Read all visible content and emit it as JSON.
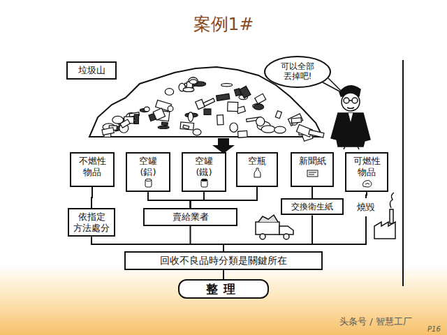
{
  "diagram": {
    "title": "案例1#",
    "nodes": [
      {
        "text": [
          "垃圾山"
        ]
      },
      {
        "text": [
          "可以全部 丟掉吧!"
        ]
      },
      {
        "text": [
          "不燃性 物品"
        ]
      },
      {
        "text": [
          "空罐 (鋁)"
        ]
      },
      {
        "text": [
          "空罐 (鐵)"
        ]
      },
      {
        "text": [
          "空瓶"
        ]
      },
      {
        "text": [
          "新聞紙"
        ]
      },
      {
        "text": [
          "可燃性 物品"
        ]
      },
      {
        "text": [
          "依指定 方法處分"
        ]
      },
      {
        "text": [
          "賣給業者"
        ]
      },
      {
        "text": [
          "交換衛生紙"
        ]
      },
      {
        "text": [
          "燒毀"
        ]
      },
      {
        "text": [
          "回收不良品時分類是關鍵所在"
        ]
      },
      {
        "text": [
          "整理"
        ]
      }
    ],
    "edges": [
      {
        "from": 2,
        "to": 8,
        "arrow": "none"
      },
      {
        "from": 3,
        "to": 9,
        "arrow": "none"
      },
      {
        "from": 4,
        "to": 9,
        "arrow": "none"
      },
      {
        "from": 5,
        "to": 9,
        "arrow": "none"
      },
      {
        "from": 6,
        "to": 10,
        "arrow": "none"
      },
      {
        "from": 7,
        "to": 11,
        "arrow": "none"
      },
      {
        "from": 8,
        "to": 12,
        "arrow": "none"
      },
      {
        "from": 9,
        "to": 12,
        "arrow": "none"
      },
      {
        "from": 10,
        "to": 12,
        "arrow": "none"
      },
      {
        "from": 11,
        "to": 12,
        "arrow": "none"
      },
      {
        "from": 12,
        "to": 13,
        "arrow": "none"
      }
    ],
    "labels": [
      "头条号 / 智慧工厂",
      "P16"
    ]
  }
}
